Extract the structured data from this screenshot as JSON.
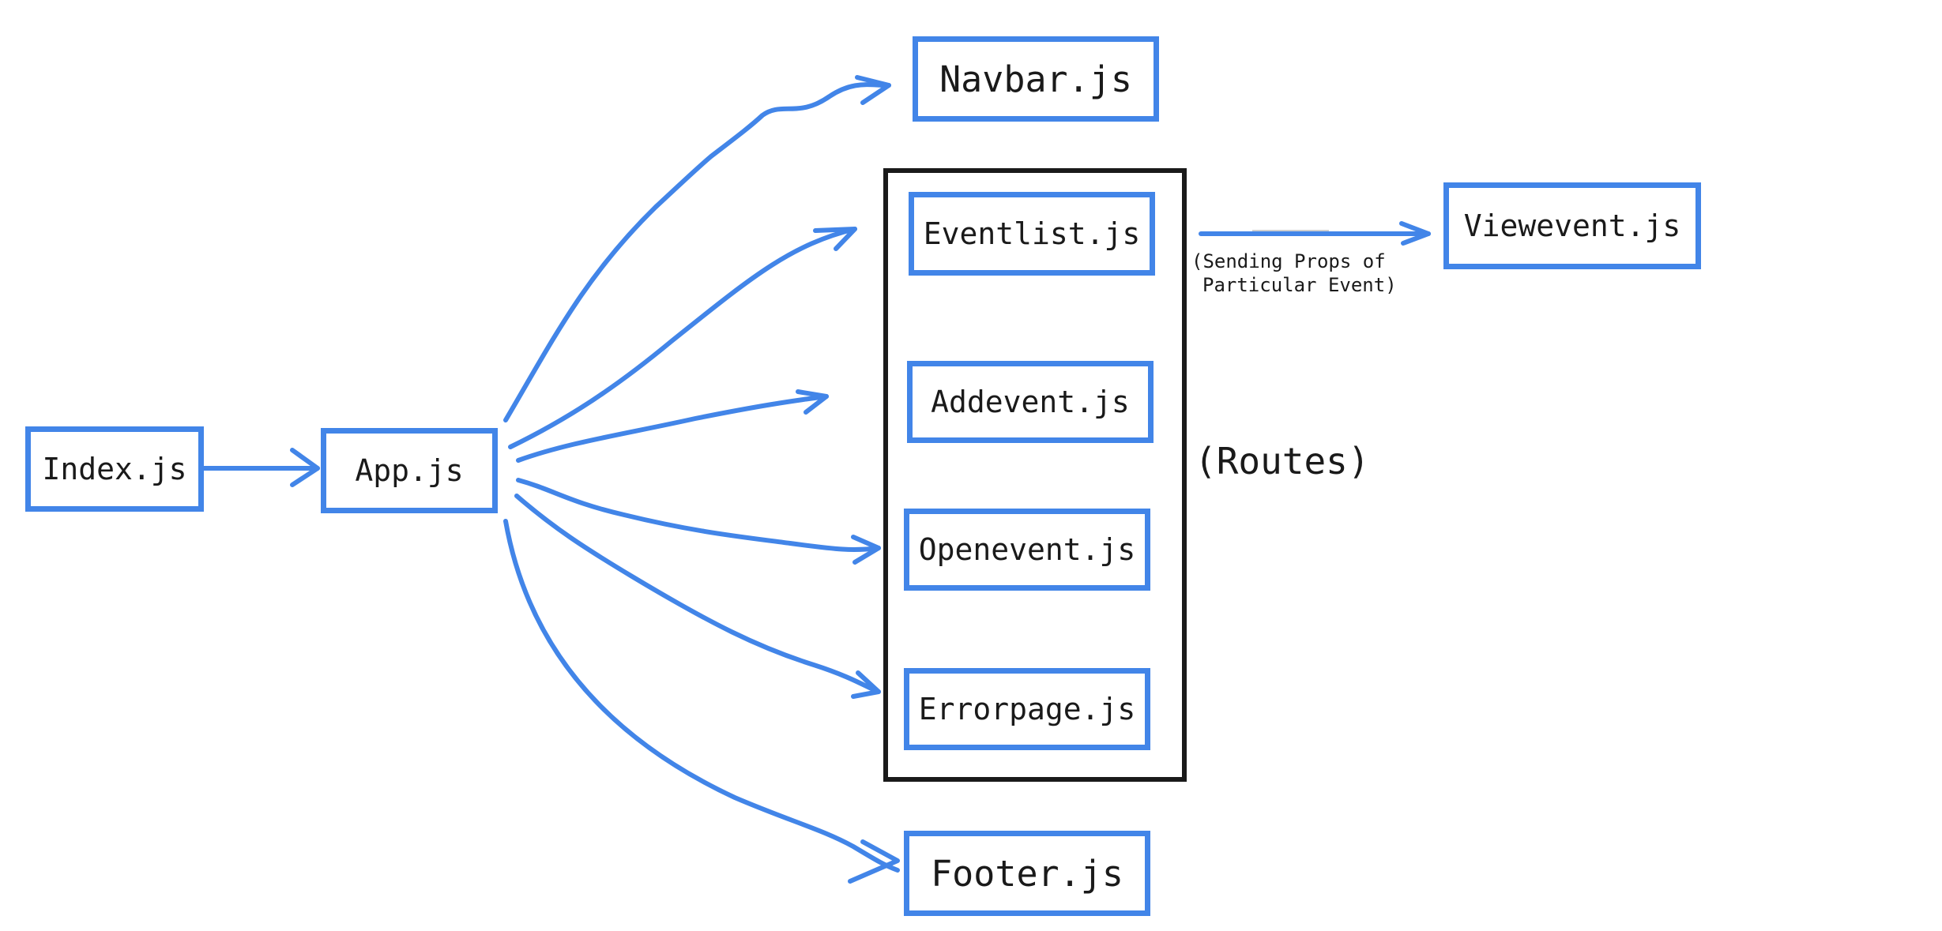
{
  "diagram": {
    "stroke_color": "#4285e8",
    "container_border_color": "#1a1a1a",
    "nodes": {
      "index": "Index.js",
      "app": "App.js",
      "navbar": "Navbar.js",
      "eventlist": "Eventlist.js",
      "addevent": "Addevent.js",
      "openevent": "Openevent.js",
      "errorpage": "Errorpage.js",
      "footer": "Footer.js",
      "viewevent": "Viewevent.js"
    },
    "routes_label": "(Routes)",
    "props_note": {
      "line1": "(Sending Props of",
      "line2": "Particular Event)"
    }
  }
}
